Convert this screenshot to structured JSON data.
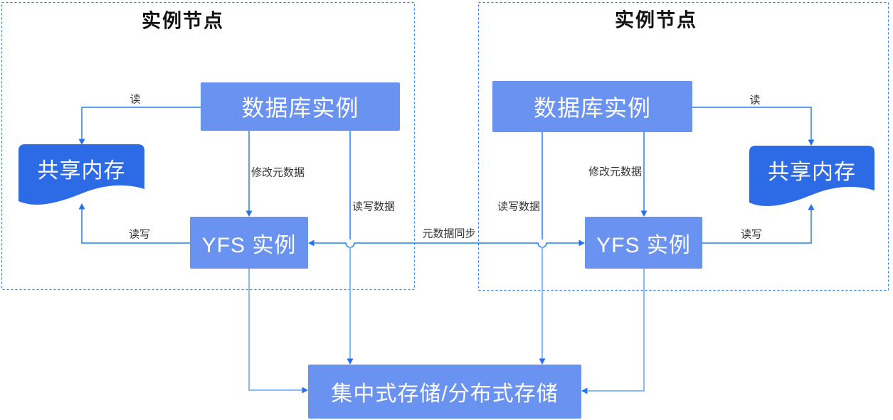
{
  "diagram": {
    "colors": {
      "box_fill": "#6a92f1",
      "memory_fill": "#2d6ae6",
      "connector_dark": "#1e82ee",
      "connector_light": "#8ab8f8",
      "arrowhead": "#2470ef",
      "node_border": "#2e7ff2",
      "label_text": "#333333",
      "box_text": "#ffffff"
    },
    "left_node": {
      "title": "实例节点",
      "database_box": "数据库实例",
      "yfs_box": "YFS 实例",
      "shared_memory": "共享内存",
      "edge_read": "读",
      "edge_modify_metadata": "修改元数据",
      "edge_read_write": "读写",
      "edge_read_write_data": "读写数据"
    },
    "right_node": {
      "title": "实例节点",
      "database_box": "数据库实例",
      "yfs_box": "YFS 实例",
      "shared_memory": "共享内存",
      "edge_read": "读",
      "edge_modify_metadata": "修改元数据",
      "edge_read_write": "读写",
      "edge_read_write_data": "读写数据"
    },
    "edge_metadata_sync": "元数据同步",
    "storage_box": "集中式存储/分布式存储"
  }
}
